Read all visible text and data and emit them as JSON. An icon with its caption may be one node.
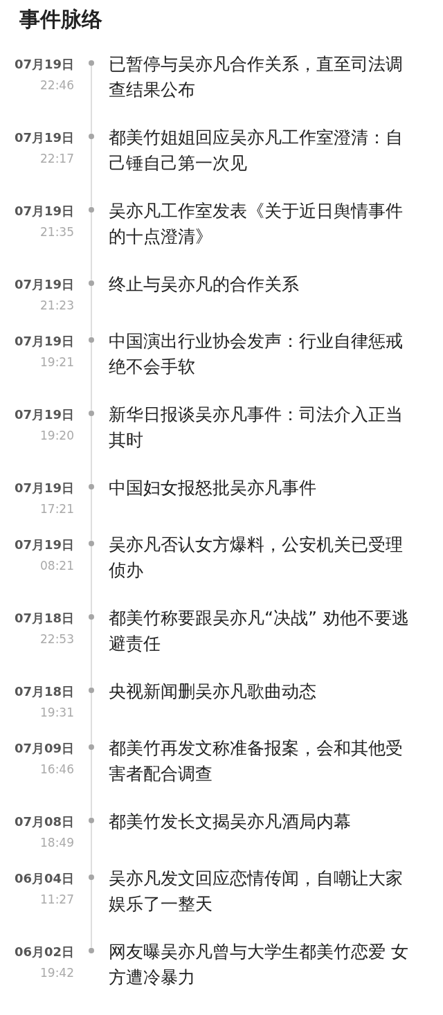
{
  "diagram": {
    "title": "事件脉络",
    "nodes": [
      {
        "text": [],
        "shape": "circle",
        "beside": [
          "07月19日",
          "22:46",
          "已暂停与吴亦凡合作关系，直至司法调查结果公布"
        ]
      },
      {
        "text": [],
        "shape": "circle",
        "beside": [
          "07月19日",
          "22:17",
          "都美竹姐姐回应吴亦凡工作室澄清：自己锤自己第一次见"
        ]
      },
      {
        "text": [],
        "shape": "circle",
        "beside": [
          "07月19日",
          "21:35",
          "吴亦凡工作室发表《关于近日舆情事件的十点澄清》"
        ]
      },
      {
        "text": [],
        "shape": "circle",
        "beside": [
          "07月19日",
          "21:23",
          "终止与吴亦凡的合作关系"
        ]
      },
      {
        "text": [],
        "shape": "circle",
        "beside": [
          "07月19日",
          "19:21",
          "中国演出行业协会发声：行业自律惩戒绝不会手软"
        ]
      },
      {
        "text": [],
        "shape": "circle",
        "beside": [
          "07月19日",
          "19:20",
          "新华日报谈吴亦凡事件：司法介入正当其时"
        ]
      },
      {
        "text": [],
        "shape": "circle",
        "beside": [
          "07月19日",
          "17:21",
          "中国妇女报怒批吴亦凡事件"
        ]
      },
      {
        "text": [],
        "shape": "circle",
        "beside": [
          "07月19日",
          "08:21",
          "吴亦凡否认女方爆料，公安机关已受理侦办"
        ]
      },
      {
        "text": [],
        "shape": "circle",
        "beside": [
          "07月18日",
          "22:53",
          "都美竹称要跟吴亦凡“决战” 劝他不要逃避责任"
        ]
      },
      {
        "text": [],
        "shape": "circle",
        "beside": [
          "07月18日",
          "19:31",
          "央视新闻删吴亦凡歌曲动态"
        ]
      },
      {
        "text": [],
        "shape": "circle",
        "beside": [
          "07月09日",
          "16:46",
          "都美竹再发文称准备报案，会和其他受害者配合调查"
        ]
      },
      {
        "text": [],
        "shape": "circle",
        "beside": [
          "07月08日",
          "18:49",
          "都美竹发长文揭吴亦凡酒局内幕"
        ]
      },
      {
        "text": [],
        "shape": "circle",
        "beside": [
          "06月04日",
          "11:27",
          "吴亦凡发文回应恋情传闻，自嘲让大家娱乐了一整天"
        ]
      },
      {
        "text": [],
        "shape": "circle",
        "beside": [
          "06月02日",
          "19:42",
          "网友曝吴亦凡曾与大学生都美竹恋爱 女方遭冷暴力"
        ]
      }
    ],
    "edges": [
      {
        "from": 0,
        "to": 1,
        "arrow": "none"
      },
      {
        "from": 1,
        "to": 2,
        "arrow": "none"
      },
      {
        "from": 2,
        "to": 3,
        "arrow": "none"
      },
      {
        "from": 3,
        "to": 4,
        "arrow": "none"
      },
      {
        "from": 4,
        "to": 5,
        "arrow": "none"
      },
      {
        "from": 5,
        "to": 6,
        "arrow": "none"
      },
      {
        "from": 6,
        "to": 7,
        "arrow": "none"
      },
      {
        "from": 7,
        "to": 8,
        "arrow": "none"
      },
      {
        "from": 8,
        "to": 9,
        "arrow": "none"
      },
      {
        "from": 9,
        "to": 10,
        "arrow": "none"
      },
      {
        "from": 10,
        "to": 11,
        "arrow": "none"
      },
      {
        "from": 11,
        "to": 12,
        "arrow": "none"
      },
      {
        "from": 12,
        "to": 13,
        "arrow": "none"
      }
    ]
  }
}
